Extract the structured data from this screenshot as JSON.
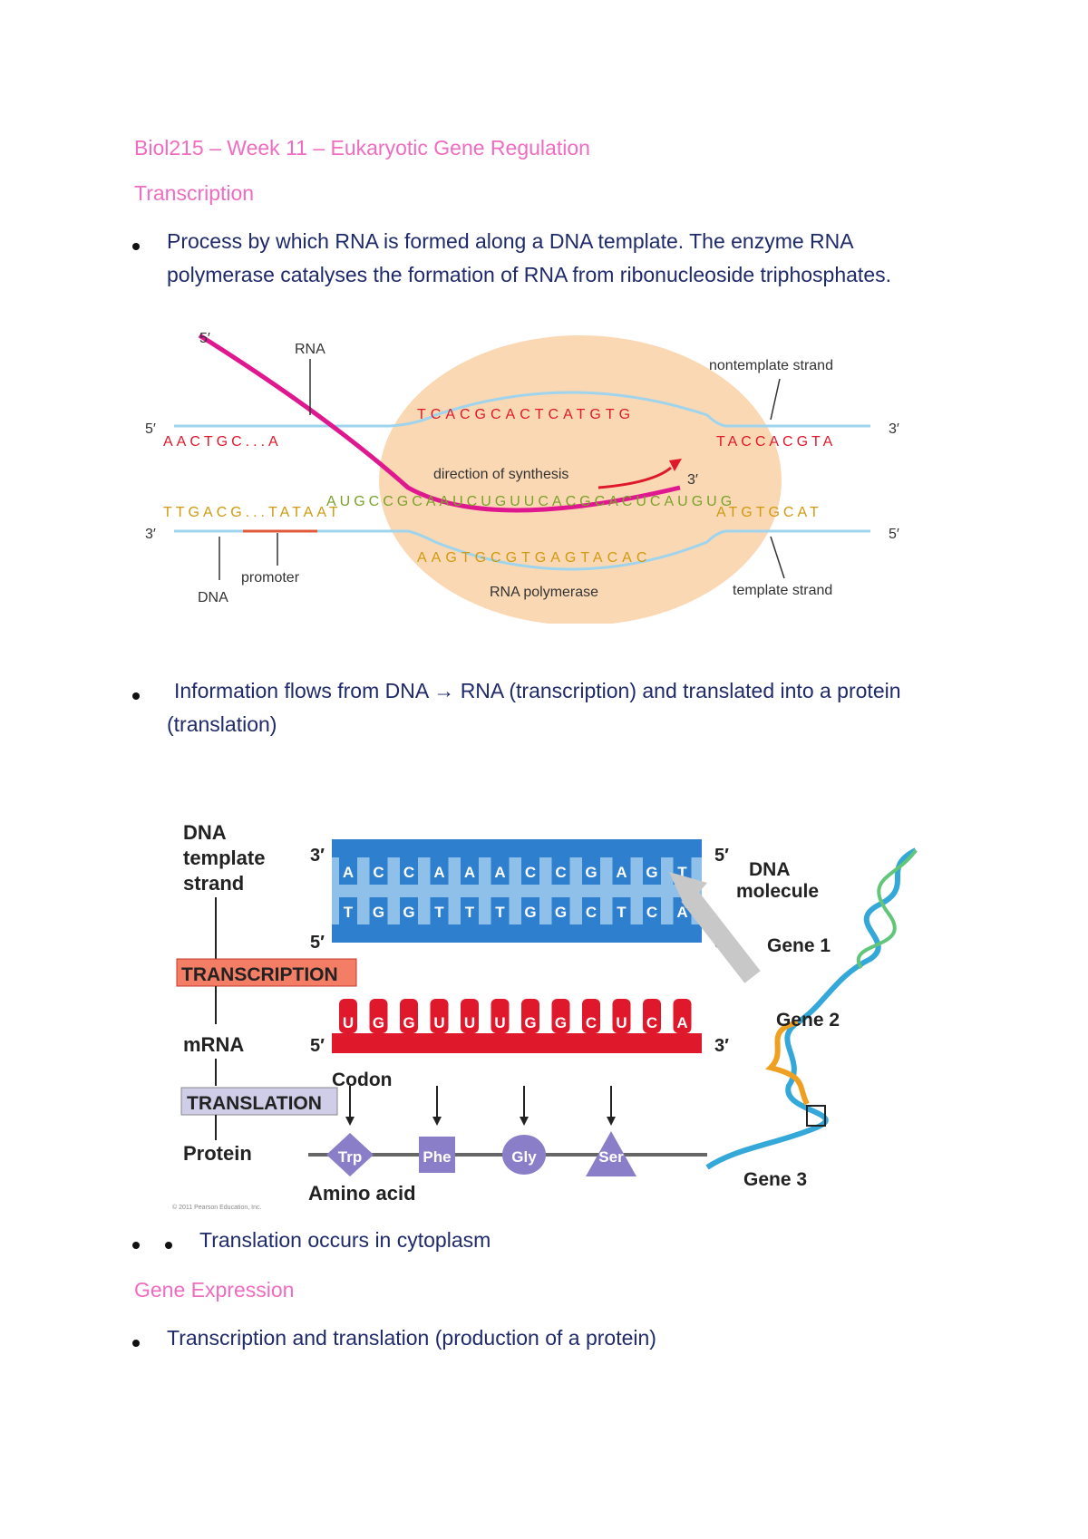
{
  "document": {
    "title": "Biol215 – Week 11 – Eukaryotic Gene Regulation",
    "sections": [
      {
        "heading": "Transcription",
        "bullets": [
          "Process by which RNA is formed along a DNA template. The enzyme RNA polymerase catalyses the formation of RNA from ribonucleoside triphosphates.",
          "Information flows from DNA → RNA (transcription) and translated into a protein (translation)",
          "Translation occurs in cytoplasm"
        ]
      },
      {
        "heading": "Gene Expression",
        "bullets": [
          "Transcription and translation (production of a protein)"
        ]
      }
    ]
  },
  "figure1": {
    "labels": {
      "rna": "RNA",
      "nontemplate": "nontemplate strand",
      "direction": "direction of synthesis",
      "dna": "DNA",
      "promoter": "promoter",
      "polymerase": "RNA polymerase",
      "template": "template strand",
      "five_prime": "5′",
      "three_prime": "3′"
    },
    "top_left_seq": "AACTGC...A",
    "top_right_seq": "TACCACGTA",
    "bottom_left_seq": "TTGACG...TATAAT",
    "bottom_right_seq": "ATGTGCAT",
    "bubble_top_seq": "TCACGCACTCATGTG",
    "bubble_bottom_seq": "AAGTGCGTGAGTACAC",
    "rna_seq": "AUGCCGCAAUCUGUUCACGCACUCAUGUG"
  },
  "figure2": {
    "labels": {
      "dna_template": [
        "DNA",
        "template",
        "strand"
      ],
      "transcription": "TRANSCRIPTION",
      "mrna": "mRNA",
      "translation": "TRANSLATION",
      "protein": "Protein",
      "codon": "Codon",
      "amino_acid": "Amino acid",
      "dna_molecule": [
        "DNA",
        "molecule"
      ],
      "gene1": "Gene 1",
      "gene2": "Gene 2",
      "gene3": "Gene 3",
      "copyright": "© 2011 Pearson Education, Inc."
    },
    "template_top": [
      "A",
      "C",
      "C",
      "A",
      "A",
      "A",
      "C",
      "C",
      "G",
      "A",
      "G",
      "T"
    ],
    "template_bottom": [
      "T",
      "G",
      "G",
      "T",
      "T",
      "T",
      "G",
      "G",
      "C",
      "T",
      "C",
      "A"
    ],
    "mrna": [
      "U",
      "G",
      "G",
      "U",
      "U",
      "U",
      "G",
      "G",
      "C",
      "U",
      "C",
      "A"
    ],
    "amino_acids": [
      "Trp",
      "Phe",
      "Gly",
      "Ser"
    ]
  },
  "colors": {
    "heading": "#f06cc0",
    "body": "#1f2a6b",
    "dna_blue": "#2f7fcf",
    "mrna_red": "#e0182b",
    "amino": "#8a7ec9"
  }
}
